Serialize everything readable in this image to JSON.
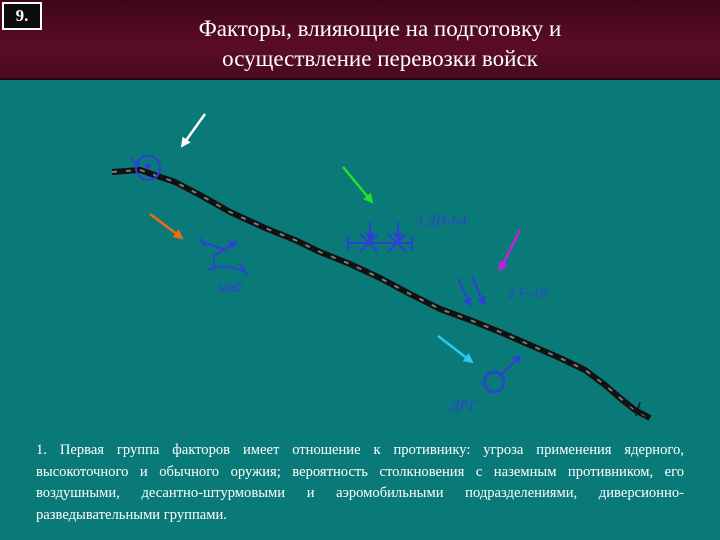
{
  "slide": {
    "number": "9.",
    "title_line1": "Факторы, влияющие на подготовку и",
    "title_line2": "осуществление перевозки войск"
  },
  "labels": {
    "dn64": "3 ДН-64",
    "mvb": "мвб",
    "f16": "2 F-16",
    "drg": "ДРГ"
  },
  "caption": "1. Первая группа факторов имеет отношение к противнику: угроза применения ядерного, высокоточного и обычного оружия; вероятность столкновения с наземным противником, его воздушными, десантно-штурмовыми и аэромобильными подразделениями, диверсионно-разведывательными группами.",
  "colors": {
    "background": "#0a7a78",
    "header": "#5a0c26",
    "enemy_blue": "#2f3fd8",
    "arrow_white": "#ffffff",
    "arrow_green": "#28e028",
    "arrow_orange": "#f06a1a",
    "arrow_magenta": "#c020e0",
    "arrow_cyan": "#30c8f0",
    "railway": "#111111"
  }
}
